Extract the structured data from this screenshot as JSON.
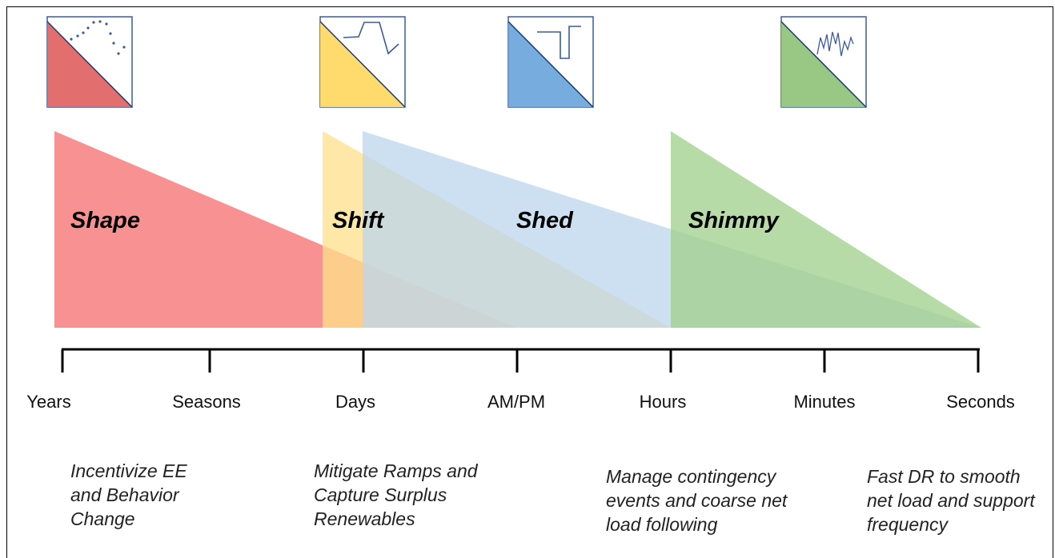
{
  "phases": [
    {
      "label": "Shape",
      "color": "#f77f7f",
      "icon_color": "#e06666"
    },
    {
      "label": "Shift",
      "color": "#ffe08a",
      "icon_color": "#ffd966"
    },
    {
      "label": "Shed",
      "color": "#bcd6ee",
      "icon_color": "#6fa8dc"
    },
    {
      "label": "Shimmy",
      "color": "#9fcf8a",
      "icon_color": "#93c47d"
    }
  ],
  "timescale": {
    "ticks": [
      "Years",
      "Seasons",
      "Days",
      "AM/PM",
      "Hours",
      "Minutes",
      "Seconds"
    ]
  },
  "descriptions": [
    {
      "lines": [
        "Incentivize EE",
        "and Behavior",
        "Change"
      ]
    },
    {
      "lines": [
        "Mitigate Ramps and",
        "Capture Surplus",
        "Renewables"
      ]
    },
    {
      "lines": [
        "Manage contingency",
        "events and coarse net",
        "load following"
      ]
    },
    {
      "lines": [
        "Fast DR to smooth",
        "net load and support",
        "frequency"
      ]
    }
  ]
}
